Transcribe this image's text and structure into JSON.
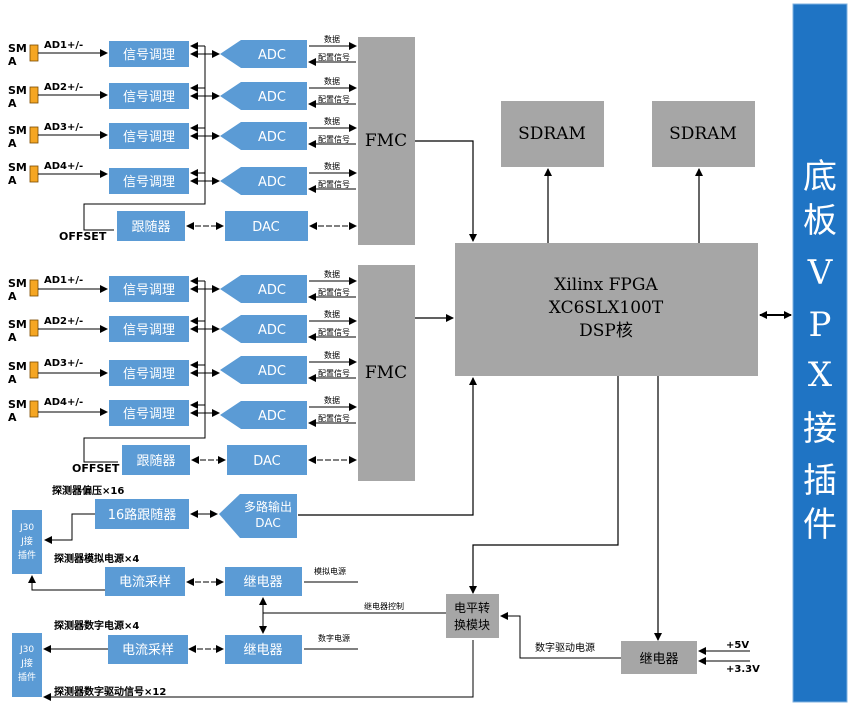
{
  "group1": {
    "sma": [
      "SM A",
      "SM A",
      "SM A",
      "SM A"
    ],
    "ad": [
      "AD1+/-",
      "AD2+/-",
      "AD3+/-",
      "AD4+/-"
    ],
    "cond": "信号调理",
    "adc": "ADC",
    "data": "数据",
    "cfg": "配置信号",
    "fmc": "FMC",
    "offset": "OFFSET",
    "follower": "跟随器",
    "dac": "DAC"
  },
  "group2": {
    "sma": [
      "SM A",
      "SM A",
      "SM A",
      "SM A"
    ],
    "ad": [
      "AD1+/-",
      "AD2+/-",
      "AD3+/-",
      "AD4+/-"
    ],
    "cond": "信号调理",
    "adc": "ADC",
    "data": "数据",
    "cfg": "配置信号",
    "fmc": "FMC",
    "offset": "OFFSET",
    "follower": "跟随器",
    "dac": "DAC"
  },
  "fpga": {
    "line1": "Xilinx FPGA",
    "line2": "XC6SLX100T",
    "line3": "DSP核"
  },
  "sdram": [
    "SDRAM",
    "SDRAM"
  ],
  "backplane": [
    "底",
    "板",
    "V",
    "P",
    "X",
    "接",
    "插",
    "件"
  ],
  "bottom": {
    "bias_label": "探测器偏压×16",
    "follower16": "16路跟随器",
    "multi_dac": [
      "多路输出",
      "DAC"
    ],
    "j30_top": [
      "J30",
      "J接",
      "插件"
    ],
    "j30_bottom": [
      "J30",
      "J接",
      "插件"
    ],
    "analog_power_label": "探测器模拟电源×4",
    "digital_power_label": "探测器数字电源×4",
    "current_sample": "电流采样",
    "relay": "继电器",
    "analog_power": "模拟电源",
    "digital_power": "数字电源",
    "relay_ctrl": "继电器控制",
    "level_shift": [
      "电平转",
      "换模块"
    ],
    "digital_drive_power": "数字驱动电源",
    "main_relay": "继电器",
    "v5": "+5V",
    "v33": "+3.3V",
    "drive_signal": "探测器数字驱动信号×12"
  },
  "colors": {
    "blue_box": "#5b9bd5",
    "gray_box": "#a6a6a6",
    "backplane": "#1f74c4",
    "connector": "#f5a623"
  }
}
